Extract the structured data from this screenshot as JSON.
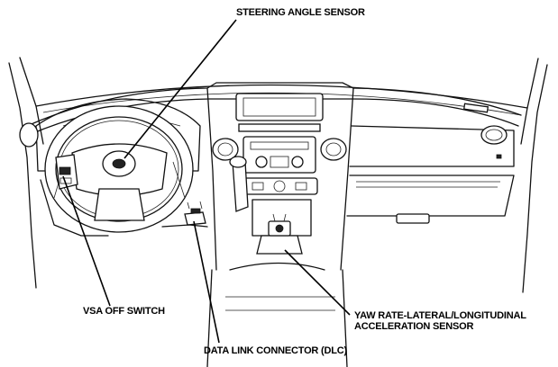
{
  "labels": {
    "steering_angle_sensor": "STEERING ANGLE SENSOR",
    "vsa_off_switch": "VSA OFF SWITCH",
    "yaw_rate_line1": "YAW RATE-LATERAL/LONGITUDINAL",
    "yaw_rate_line2": "ACCELERATION SENSOR",
    "data_link_connector": "DATA LINK CONNECTOR (DLC)"
  },
  "colors": {
    "ink": "#111111",
    "background": "#ffffff"
  }
}
